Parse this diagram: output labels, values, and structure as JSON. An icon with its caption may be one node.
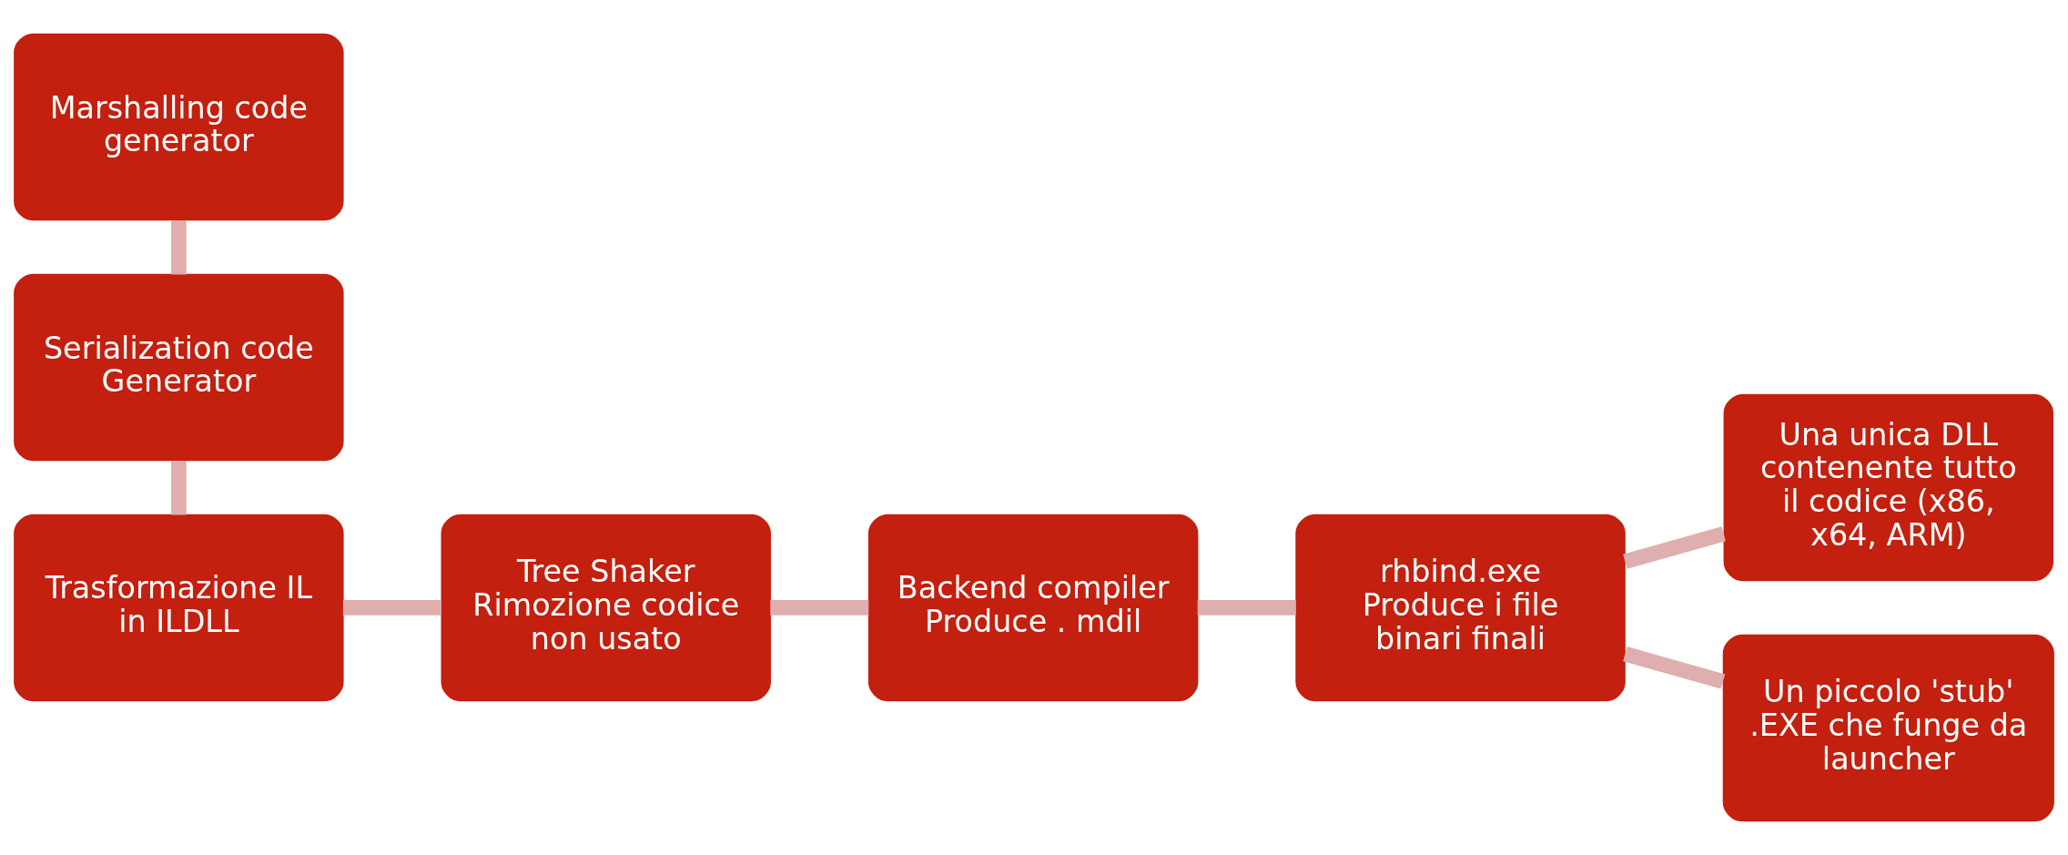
{
  "diagram": {
    "nodes": [
      {
        "text": [
          "Marshalling code generator"
        ]
      },
      {
        "text": [
          "Serialization code Generator"
        ]
      },
      {
        "text": [
          "Trasformazione IL in ILDLL"
        ]
      },
      {
        "text": [
          "Tree Shaker",
          "Rimozione codice non usato"
        ]
      },
      {
        "text": [
          "Backend compiler",
          "Produce . mdil"
        ]
      },
      {
        "text": [
          "rhbind.exe",
          "Produce i file binari finali"
        ]
      },
      {
        "text": [
          "Una unica DLL contenente tutto il codice (x86, x64, ARM)"
        ]
      },
      {
        "text": [
          "Un piccolo 'stub' .EXE che funge da launcher"
        ]
      }
    ],
    "edges": [
      {
        "from": 0,
        "to": 1,
        "arrow": "none"
      },
      {
        "from": 1,
        "to": 2,
        "arrow": "none"
      },
      {
        "from": 2,
        "to": 3,
        "arrow": "none"
      },
      {
        "from": 3,
        "to": 4,
        "arrow": "none"
      },
      {
        "from": 4,
        "to": 5,
        "arrow": "none"
      },
      {
        "from": 5,
        "to": 6,
        "arrow": "none"
      },
      {
        "from": 5,
        "to": 7,
        "arrow": "none"
      }
    ]
  }
}
